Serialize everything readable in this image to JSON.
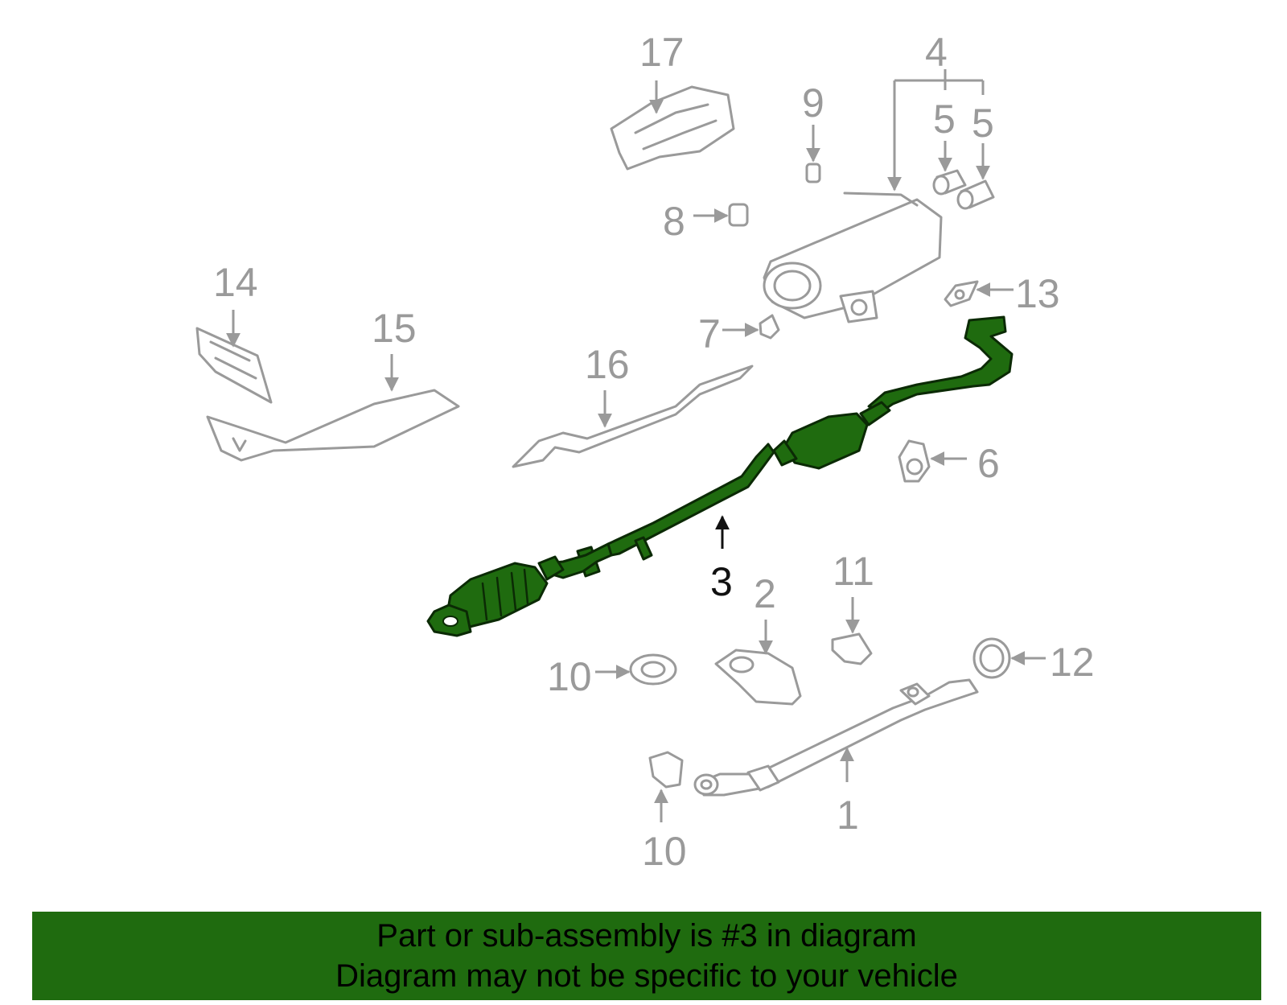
{
  "callouts": {
    "c1": "1",
    "c2": "2",
    "c3": "3",
    "c4": "4",
    "c5a": "5",
    "c5b": "5",
    "c6": "6",
    "c7": "7",
    "c8": "8",
    "c9": "9",
    "c10a": "10",
    "c10b": "10",
    "c11": "11",
    "c12": "12",
    "c13": "13",
    "c14": "14",
    "c15": "15",
    "c16": "16",
    "c17": "17"
  },
  "banner": {
    "line1": "Part or sub-assembly is #3 in diagram",
    "line2": "Diagram may not be specific to your vehicle"
  },
  "colors": {
    "highlight": "#1f6b0f",
    "outline": "#9a9a9a"
  }
}
